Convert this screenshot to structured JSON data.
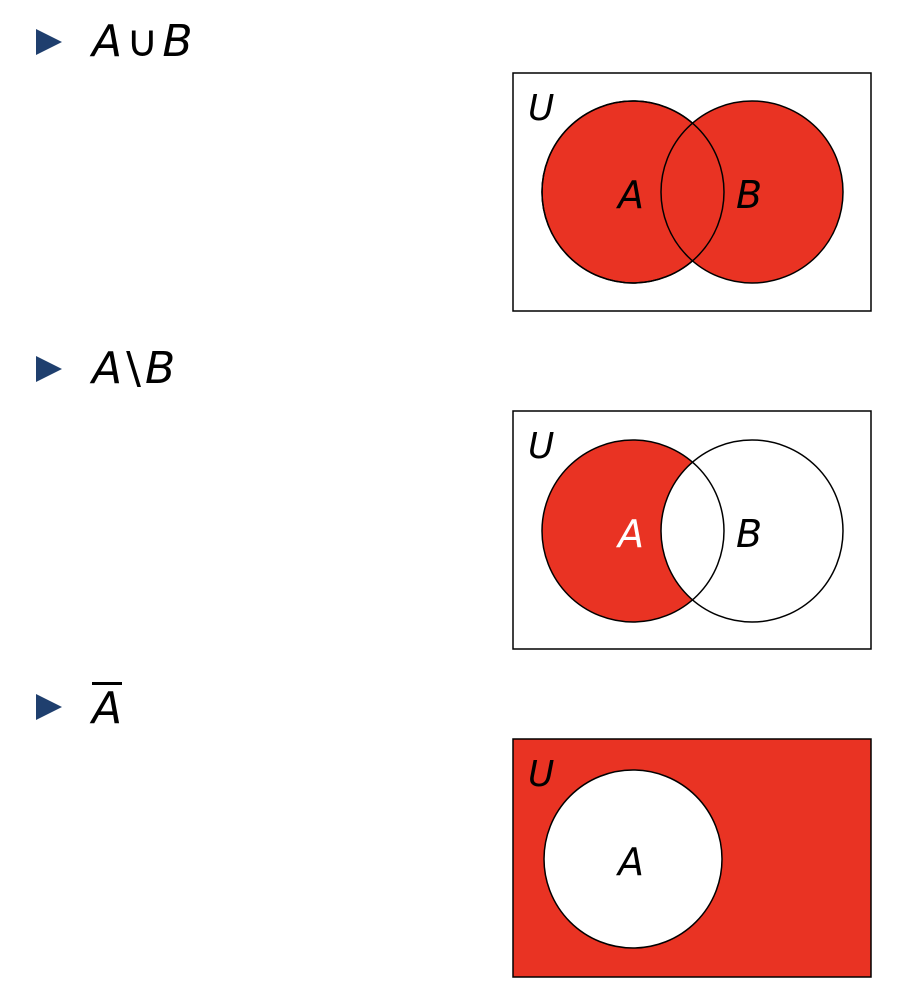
{
  "items": [
    {
      "A": "A",
      "op": "∪",
      "B": "B"
    },
    {
      "A": "A",
      "op": "\\",
      "B": "B"
    },
    {
      "A": "A"
    }
  ],
  "diagrams": {
    "universe_label": "U",
    "set_a_label": "A",
    "set_b_label": "B"
  },
  "colors": {
    "fill": "#e93323",
    "bullet": "#1f3f6e",
    "stroke": "#000000",
    "background": "#ffffff"
  }
}
